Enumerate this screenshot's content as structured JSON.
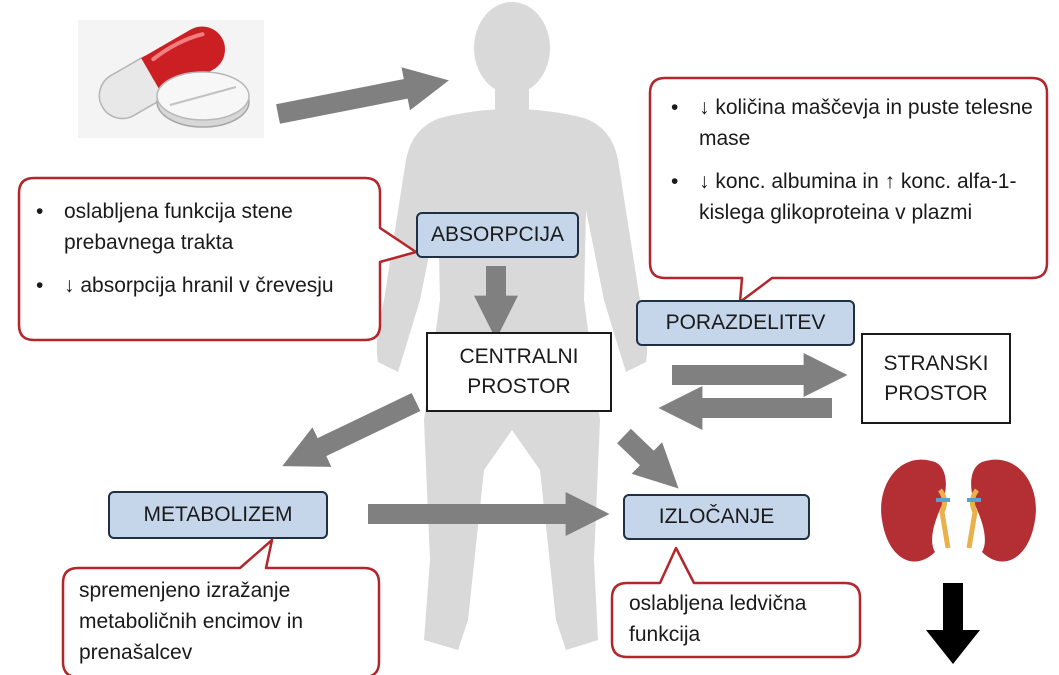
{
  "stages": {
    "absorption": "ABSORPCIJA",
    "distribution": "PORAZDELITEV",
    "metabolism": "METABOLIZEM",
    "excretion": "IZLOČANJE"
  },
  "compartments": {
    "central": "CENTRALNI\nPROSTOR",
    "peripheral": "STRANSKI\nPROSTOR"
  },
  "callouts": {
    "absorption": [
      "oslabljena funkcija stene prebavnega trakta",
      "↓ absorpcija hranil v črevesju"
    ],
    "distribution": [
      "↓ količina maščevja in puste telesne mase",
      "↓ konc. albumina in ↑ konc. alfa-1-kislega glikoproteina v plazmi"
    ],
    "metabolism": "spremenjeno izražanje metaboličnih encimov in prenašalcev",
    "excretion": "oslabljena ledvična funkcija"
  },
  "icons": {
    "pills": "capsule-and-tablet-icon",
    "body": "human-silhouette",
    "kidneys": "kidneys-icon",
    "decrease": "down-arrow-icon"
  },
  "colors": {
    "stage_fill": "#c5d6ea",
    "callout_border": "#b3262b",
    "arrow": "#808080",
    "silhouette": "#d9d9d9"
  }
}
